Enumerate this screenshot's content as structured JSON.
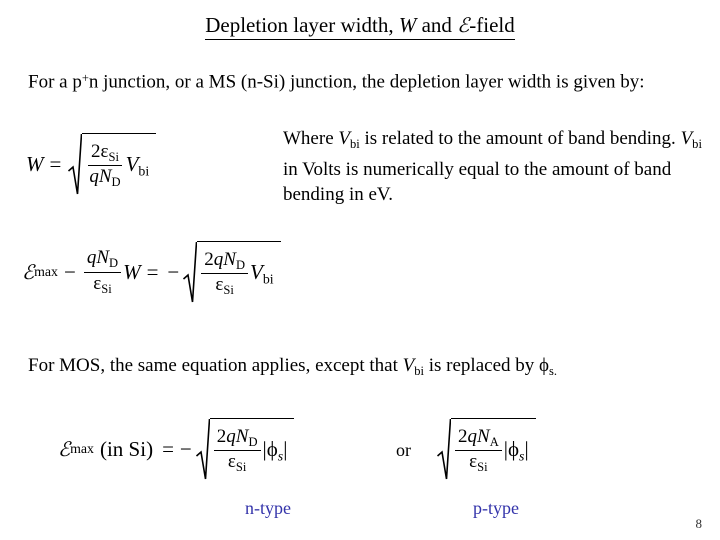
{
  "slide": {
    "title": "Depletion layer width, W and ℰ-field",
    "title_parts": {
      "lead": "Depletion layer width, ",
      "w_symbol": "W",
      "mid": " and ",
      "e_symbol": "ℰ",
      "tail": "-field"
    },
    "page_number": "8",
    "background_color": "#ffffff",
    "text_color": "#000000",
    "annotation_color": "#3333aa"
  },
  "intro": {
    "text": "For a p⁺n junction, or a MS (n-Si) junction, the depletion layer width is given by:",
    "line1_a": "For a p",
    "line1_sup": "+",
    "line1_b": "n junction, or a MS (n-Si) junction, the depletion layer width",
    "line2": "is given by:"
  },
  "where_note": {
    "text": "Where Vbi is related to the amount of band bending. Vbi in Volts is numerically equal to the amount of band bending in eV.",
    "seg1": "Where ",
    "var1": "V",
    "var1_sub": "bi",
    "seg2": " is related to the amount of band bending. ",
    "var2": "V",
    "var2_sub": "bi",
    "seg3": " in Volts is numerically equal to the amount of band bending in eV."
  },
  "mos_note": {
    "seg1": "For MOS, the same equation applies, except that ",
    "var1": "V",
    "var1_sub": "bi",
    "seg2": " is replaced by ",
    "var2": "ϕ",
    "var2_sub": "s.",
    "text": "For MOS, the same equation applies, except that Vbi is replaced by ϕs."
  },
  "formulas": {
    "width": {
      "latex": "W = sqrt( (2ε_Si / qN_D) V_bi )",
      "lhs": "W",
      "equals": "=",
      "num": {
        "coef": "2",
        "eps": "ε",
        "eps_sub": "Si"
      },
      "den": {
        "q": "q",
        "n": "N",
        "n_sub": "D"
      },
      "tail": {
        "v": "V",
        "v_sub": "bi"
      }
    },
    "emax": {
      "latex": "ℰ_max - (qN_D/ε_Si) W = - sqrt( (2qN_D/ε_Si) V_bi )",
      "lhs_sym": "ℰ",
      "lhs_sub": "max",
      "minus1": "−",
      "num": {
        "q": "q",
        "n": "N",
        "n_sub": "D"
      },
      "den": {
        "eps": "ε",
        "eps_sub": "Si"
      },
      "w": "W",
      "equals": "=",
      "minus2": "−",
      "rad_num": {
        "coef": "2",
        "q": "q",
        "n": "N",
        "n_sub": "D"
      },
      "rad_den": {
        "eps": "ε",
        "eps_sub": "Si"
      },
      "rad_tail": {
        "v": "V",
        "v_sub": "bi"
      }
    },
    "emax_si": {
      "latex": "ℰ_max (in Si) = - sqrt( (2qN_D/ε_Si) |ϕ_s| )",
      "lhs_sym": "ℰ",
      "lhs_sub": "max",
      "paren": "(in Si)",
      "equals": "=",
      "minus": "−",
      "rad_num": {
        "coef": "2",
        "q": "q",
        "n": "N",
        "n_sub": "D"
      },
      "rad_den": {
        "eps": "ε",
        "eps_sub": "Si"
      },
      "rad_tail": {
        "bar_open": "|",
        "phi": "ϕ",
        "phi_sub": "s",
        "bar_close": "|"
      }
    },
    "conjunction": "or",
    "ptype": {
      "latex": "sqrt( (2qN_A/ε_Si) |ϕ_s| )",
      "rad_num": {
        "coef": "2",
        "q": "q",
        "n": "N",
        "n_sub": "A"
      },
      "rad_den": {
        "eps": "ε",
        "eps_sub": "Si"
      },
      "rad_tail": {
        "bar_open": "|",
        "phi": "ϕ",
        "phi_sub": "s",
        "bar_close": "|"
      }
    }
  },
  "labels": {
    "n_type": "n-type",
    "p_type": "p-type"
  }
}
